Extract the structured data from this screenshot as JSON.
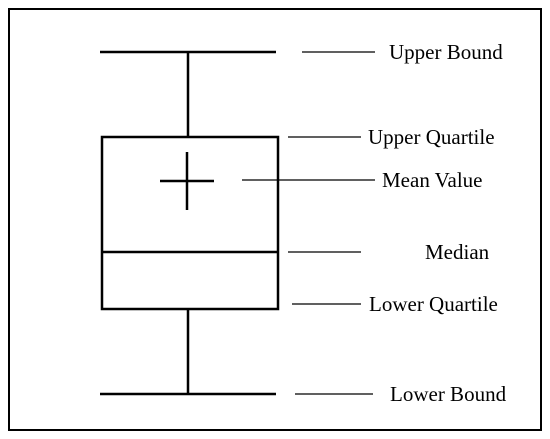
{
  "labels": {
    "upper_bound": "Upper Bound",
    "upper_quartile": "Upper Quartile",
    "mean_value": "Mean Value",
    "median": "Median",
    "lower_quartile": "Lower Quartile",
    "lower_bound": "Lower Bound"
  },
  "colors": {
    "stroke": "#000000",
    "background": "#ffffff"
  }
}
